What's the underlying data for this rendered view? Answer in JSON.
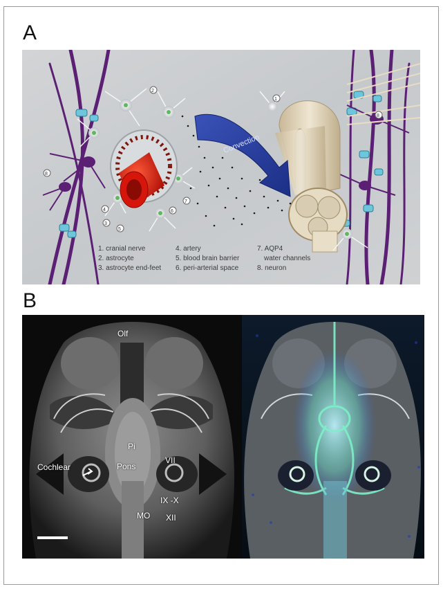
{
  "panel_a": {
    "letter": "A",
    "convection_label": "Convection",
    "numbers": [
      "1",
      "2",
      "3",
      "4",
      "5",
      "6",
      "7",
      "8"
    ],
    "legend": [
      "1. cranial nerve",
      "2. astrocyte",
      "3. astrocyte end-feet",
      "4. artery",
      "5. blood brain barrier",
      "6. peri-arterial space",
      "7. AQP4",
      "water channels",
      "8. neuron"
    ]
  },
  "panel_b": {
    "letter": "B",
    "labels": {
      "olf": "Olf",
      "pi": "Pi",
      "pons": "Pons",
      "vii": "VII",
      "cochlear": "Cochlear",
      "ix_x": "IX -X",
      "mo": "MO",
      "xii": "XII"
    }
  }
}
